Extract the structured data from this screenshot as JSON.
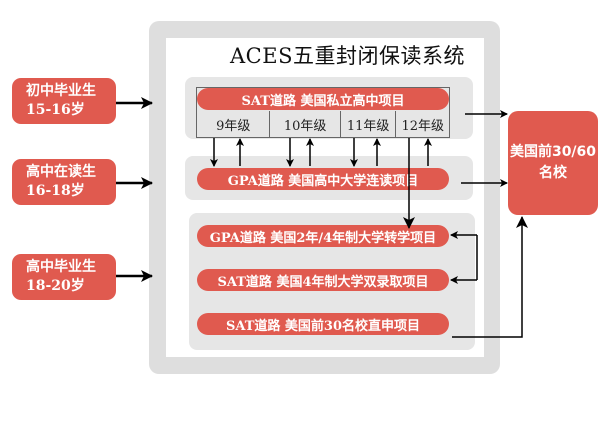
{
  "title": "ACES五重封闭保读系统",
  "colors": {
    "accent": "#e05a4f",
    "frame": "#dedede",
    "panel": "#e6e6e6"
  },
  "students": [
    {
      "line1": "初中毕业生",
      "line2": "15-16岁"
    },
    {
      "line1": "高中在读生",
      "line2": "16-18岁"
    },
    {
      "line1": "高中毕业生",
      "line2": "18-20岁"
    }
  ],
  "programs": {
    "sat_private_hs": "SAT道路  美国私立高中项目",
    "gpa_hs_college": "GPA道路  美国高中大学连读项目",
    "gpa_transfer": "GPA道路  美国2年/4年制大学转学项目",
    "sat_dual_admission": "SAT道路  美国4年制大学双录取项目",
    "sat_top30_direct": "SAT道路  美国前30名校直申项目"
  },
  "grades": [
    "9年级",
    "10年级",
    "11年级",
    "12年级"
  ],
  "target": {
    "line1": "美国前30/60",
    "line2": "名校"
  }
}
